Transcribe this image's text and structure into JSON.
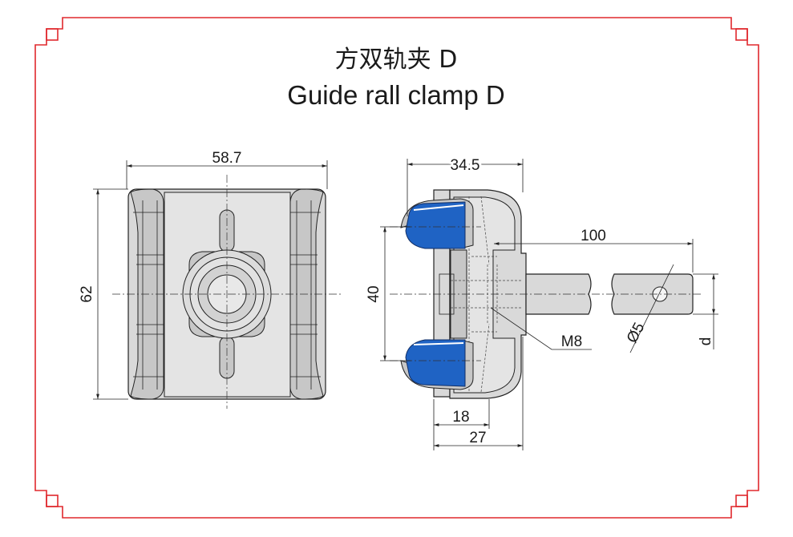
{
  "title": {
    "zh": "方双轨夹 D",
    "en": "Guide rall clamp D"
  },
  "dimensions": {
    "top_view_width": "58.7",
    "top_view_height": "62",
    "side_width": "34.5",
    "handle_length": "100",
    "wheel_pitch": "40",
    "thread": "M8",
    "hole_diameter": "Ø5",
    "shaft_dia": "d",
    "base_depth": "18",
    "total_depth": "27"
  },
  "colors": {
    "frame": "#e0282d",
    "wheel": "#1f63c4",
    "body": "#d9d9d9"
  }
}
